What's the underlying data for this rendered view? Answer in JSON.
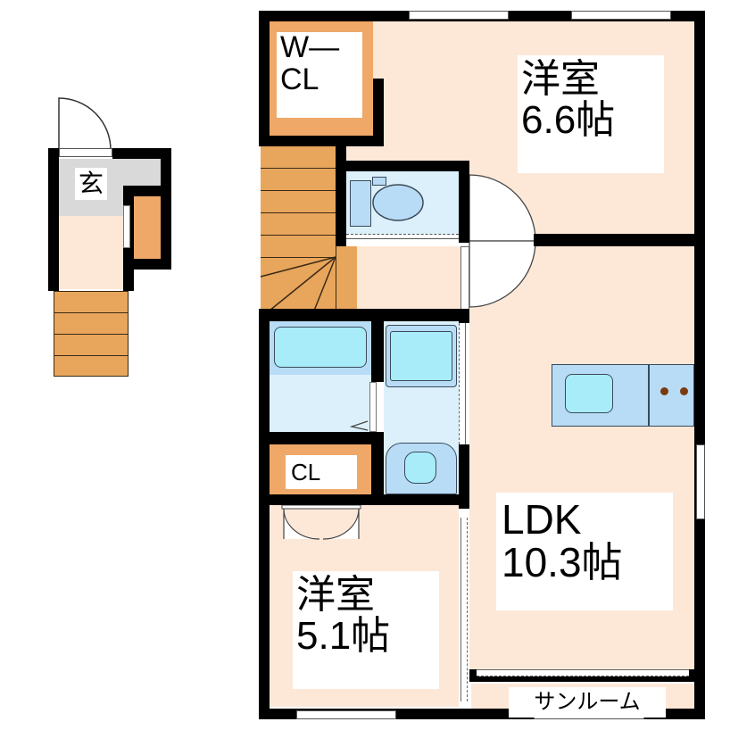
{
  "floor_plan": {
    "rooms": {
      "bedroom_upper": {
        "name": "洋室",
        "size": "6.6帖"
      },
      "walk_in_closet": {
        "line1": "W―",
        "line2": "CL"
      },
      "ldk": {
        "name": "LDK",
        "size": "10.3帖"
      },
      "bedroom_lower": {
        "name": "洋室",
        "size": "5.1帖"
      },
      "closet": {
        "name": "CL"
      },
      "sunroom": {
        "name": "サンルーム"
      },
      "entrance": {
        "name": "玄"
      }
    },
    "colors": {
      "room_floor": "#fde8d8",
      "closet": "#efa868",
      "stairs": "#e8a65c",
      "wet_area": "#dcf0fc",
      "fixture": "#b9dcf6",
      "entrance": "#d9d9d9",
      "wall": "#000000"
    }
  }
}
